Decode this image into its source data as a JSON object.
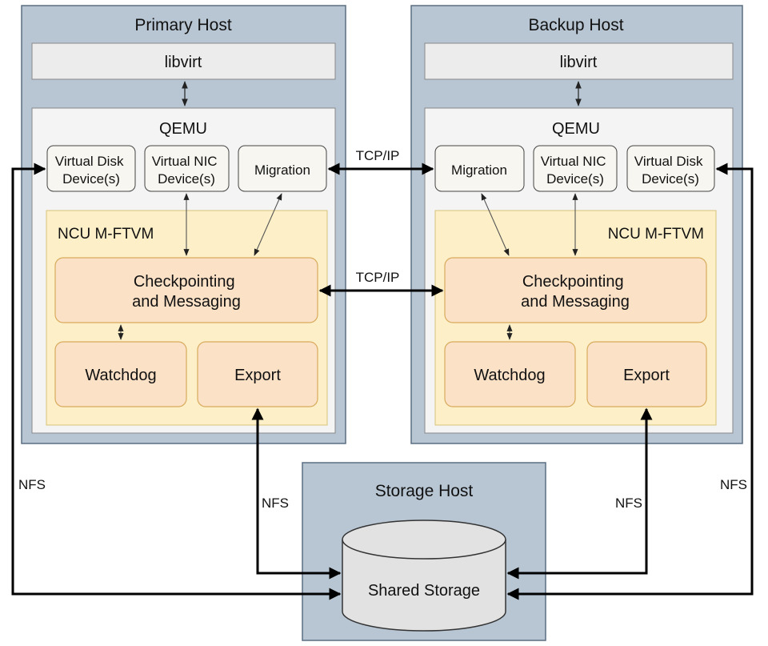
{
  "primary": {
    "title": "Primary Host",
    "libvirt": "libvirt",
    "qemu": "QEMU",
    "virtual_disk": [
      "Virtual Disk",
      "Device(s)"
    ],
    "virtual_nic": [
      "Virtual NIC",
      "Device(s)"
    ],
    "migration": "Migration",
    "ftvm": "NCU M-FTVM",
    "checkpointing": [
      "Checkpointing",
      "and Messaging"
    ],
    "watchdog": "Watchdog",
    "export": "Export"
  },
  "backup": {
    "title": "Backup Host",
    "libvirt": "libvirt",
    "qemu": "QEMU",
    "virtual_disk": [
      "Virtual Disk",
      "Device(s)"
    ],
    "virtual_nic": [
      "Virtual NIC",
      "Device(s)"
    ],
    "migration": "Migration",
    "ftvm": "NCU M-FTVM",
    "checkpointing": [
      "Checkpointing",
      "and Messaging"
    ],
    "watchdog": "Watchdog",
    "export": "Export"
  },
  "storage": {
    "title": "Storage Host",
    "shared_storage": "Shared Storage"
  },
  "edges": {
    "tcp_migration": "TCP/IP",
    "tcp_checkpoint": "TCP/IP",
    "nfs_primary_export": "NFS",
    "nfs_backup_export": "NFS",
    "nfs_primary_disk": "NFS",
    "nfs_backup_disk": "NFS"
  },
  "colors": {
    "host_fill": "#b8c6d3",
    "host_stroke": "#5a6e82",
    "libvirt_fill": "#ececec",
    "qemu_fill": "#f4f4f4",
    "device_fill": "#f8f6f0",
    "ftvm_fill": "#fdf0c8",
    "ftvm_stroke": "#d8c27a",
    "component_fill": "#fbe1c6",
    "component_stroke": "#d8aa5c",
    "storage_fill": "#e2e2e2"
  }
}
